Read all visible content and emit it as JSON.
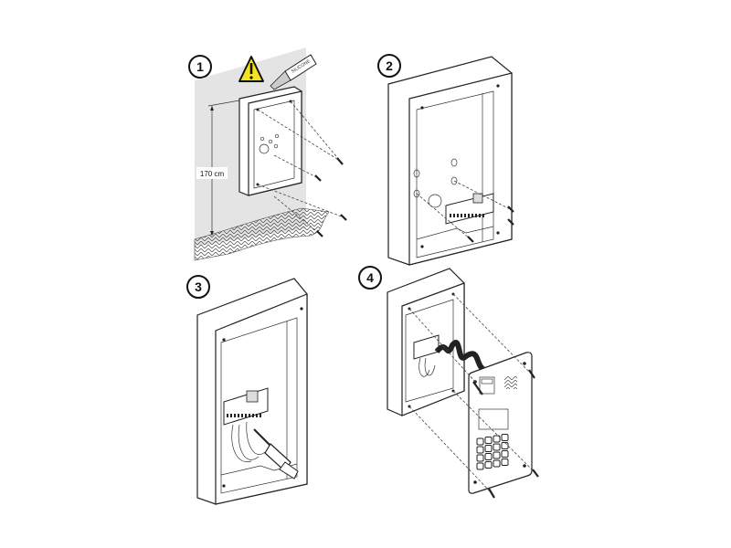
{
  "steps": [
    {
      "number": "1"
    },
    {
      "number": "2"
    },
    {
      "number": "3"
    },
    {
      "number": "4"
    }
  ],
  "step1": {
    "height_label": "170 cm",
    "tube_label": "SILICONE",
    "warning_icon": "warning-triangle-icon"
  },
  "colors": {
    "wall": "#e4e4e4",
    "warning": "#f5e21a",
    "line": "#222222"
  }
}
